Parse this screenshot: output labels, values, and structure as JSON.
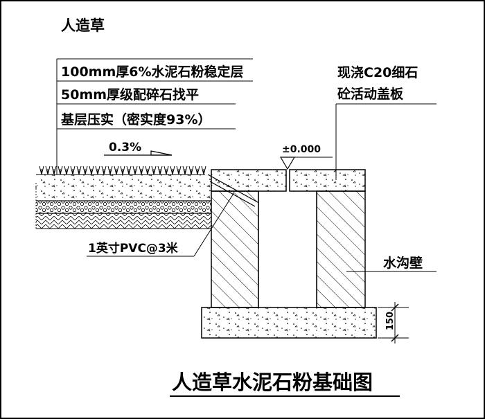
{
  "labels": {
    "turf": "人造草",
    "layer1": "100mm厚6%水泥石粉稳定层",
    "layer2": "50mm厚级配碎石找平",
    "layer3": "基层压实（密实度93%）",
    "slope": "0.3%",
    "elevation": "±0.000",
    "cover_line1": "现浇C20细石",
    "cover_line2": "砼活动盖板",
    "pipe": "1英寸PVC@3米",
    "wall": "水沟壁",
    "dim_150": "150",
    "title": "人造草水泥石粉基础图"
  },
  "colors": {
    "line": "#000000",
    "background": "#ffffff"
  }
}
